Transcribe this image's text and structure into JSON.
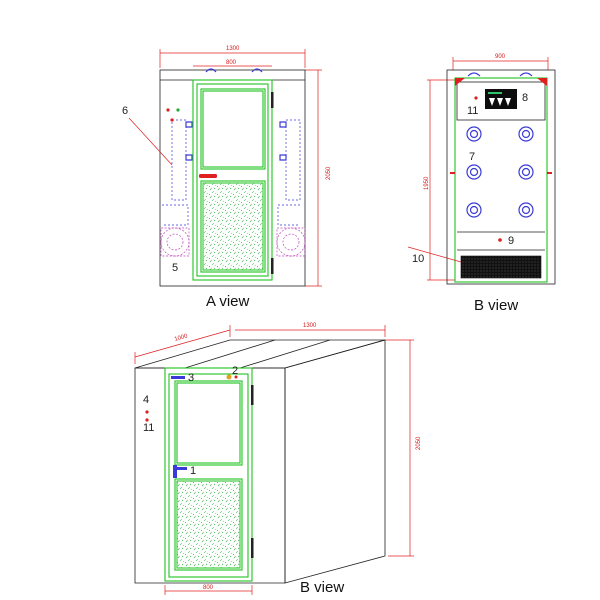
{
  "view_a": {
    "caption": "A view",
    "dim_width": "1300",
    "dim_door": "800",
    "dim_height": "2050",
    "label_6": "6",
    "label_5": "5"
  },
  "view_b_top": {
    "caption": "B view",
    "dim_width": "900",
    "dim_height": "1950",
    "label_8": "8",
    "label_11": "11",
    "label_7": "7",
    "label_9": "9",
    "label_10": "10"
  },
  "view_b_iso": {
    "caption": "B view",
    "dim_depth": "1000",
    "dim_length": "1300",
    "dim_height": "2050",
    "dim_door": "800",
    "label_1": "1",
    "label_2": "2",
    "label_3": "3",
    "label_4": "4",
    "label_11": "11"
  },
  "colors": {
    "frame_green": "#1ec41e",
    "dimension_red": "#d21a1a",
    "nozzle_blue": "#3a3ad8",
    "fan_pink": "#c04ac0"
  }
}
